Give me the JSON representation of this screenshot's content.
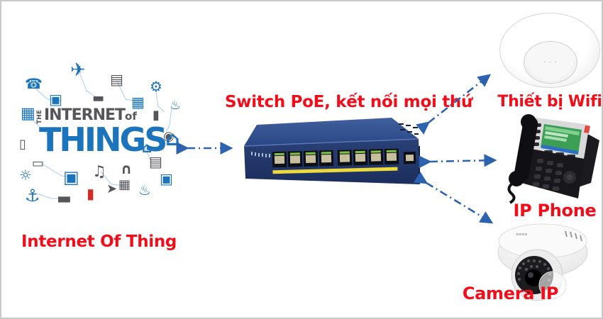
{
  "canvas": {
    "background": "#ffffff",
    "border_color": "#c9c9c9"
  },
  "colors": {
    "label_red": "#f20d1a",
    "arrow_blue": "#2d63ae",
    "blue": "#1c75bc",
    "gray": "#55565a",
    "red": "#d42b26",
    "switch_navy": "#223a6f",
    "switch_top": "#3a569c",
    "port_yellow": "#ecd93c"
  },
  "iot": {
    "label": "Internet Of Thing",
    "word_the": "THE",
    "word_internet": "INTERNET",
    "word_of": "of",
    "word_things": "THINGS",
    "house_glyph": "⌂",
    "icons": [
      {
        "name": "mobile-phone-icon",
        "glyph": "☎",
        "color": "blue"
      },
      {
        "name": "taxi-icon",
        "glyph": "▣",
        "color": "blue"
      },
      {
        "name": "airplane-icon",
        "glyph": "✈",
        "color": "blue"
      },
      {
        "name": "printer-icon",
        "glyph": "▤",
        "color": "gray"
      },
      {
        "name": "media-player-icon",
        "glyph": "▬",
        "color": "gray"
      },
      {
        "name": "train-icon",
        "glyph": "▦",
        "color": "blue"
      },
      {
        "name": "forklift-icon",
        "glyph": "⚙",
        "color": "blue"
      },
      {
        "name": "trash-bin-icon",
        "glyph": "▮",
        "color": "gray"
      },
      {
        "name": "faucet-icon",
        "glyph": "♨",
        "color": "blue"
      },
      {
        "name": "building-icon",
        "glyph": "▦",
        "color": "blue"
      },
      {
        "name": "sensor-icon",
        "glyph": "▯",
        "color": "gray"
      },
      {
        "name": "wifi-router-icon",
        "glyph": "▭",
        "color": "gray"
      },
      {
        "name": "lightbulb-icon",
        "glyph": "☼",
        "color": "blue"
      },
      {
        "name": "bus-icon",
        "glyph": "▣",
        "color": "blue"
      },
      {
        "name": "speaker-icon",
        "glyph": "♫",
        "color": "gray"
      },
      {
        "name": "headphones-icon",
        "glyph": "∩",
        "color": "gray"
      },
      {
        "name": "radio-icon",
        "glyph": "▤",
        "color": "gray"
      },
      {
        "name": "house-icon",
        "glyph": "⌂",
        "color": "blue"
      },
      {
        "name": "camera-icon",
        "glyph": "◉",
        "color": "gray"
      },
      {
        "name": "ship-icon",
        "glyph": "⚓",
        "color": "blue"
      },
      {
        "name": "bed-icon",
        "glyph": "▬",
        "color": "gray"
      },
      {
        "name": "fire-extinguisher-icon",
        "glyph": "▮",
        "color": "red"
      },
      {
        "name": "cursor-icon",
        "glyph": "➤",
        "color": "gray"
      },
      {
        "name": "bricks-icon",
        "glyph": "▦",
        "color": "gray"
      },
      {
        "name": "shower-icon",
        "glyph": "♨",
        "color": "blue"
      },
      {
        "name": "trailer-icon",
        "glyph": "▣",
        "color": "blue"
      }
    ]
  },
  "switch": {
    "title": "Switch PoE, kết nối mọi thứ",
    "port_count": 8,
    "uplink_ports": 1
  },
  "devices": {
    "wifi": {
      "label": "Thiết bị Wifi"
    },
    "phone": {
      "label": "IP Phone"
    },
    "camera": {
      "label": "Camera IP"
    }
  }
}
